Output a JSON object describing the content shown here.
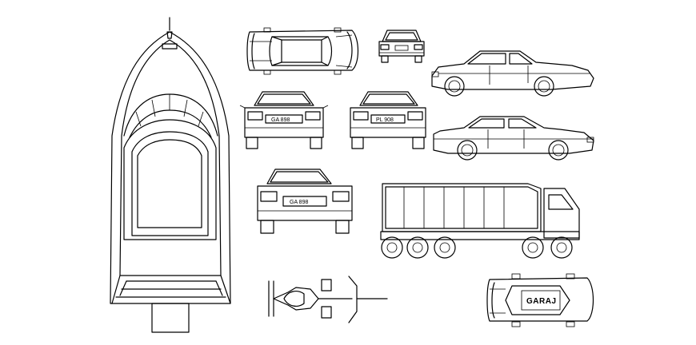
{
  "plates": {
    "rear_car_left": "GA 898",
    "rear_car_right": "PL 908",
    "rear_car_bottom": "GA 898"
  },
  "signage": {
    "garage_car_label": "GARAJ"
  }
}
